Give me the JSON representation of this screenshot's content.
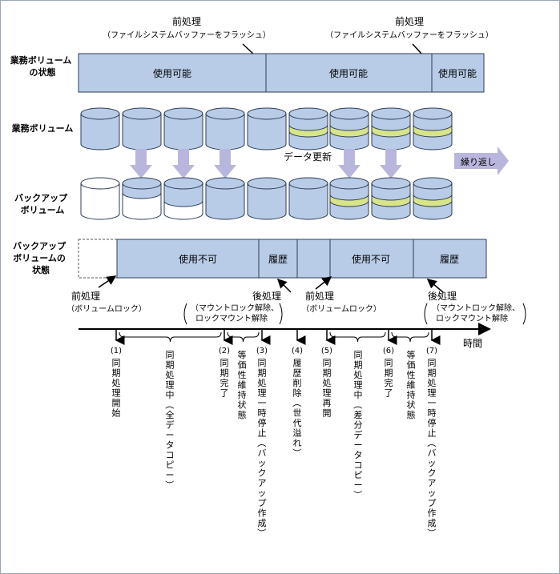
{
  "labels": {
    "business_state": [
      "業務ボリューム",
      "の状態"
    ],
    "business_volume": "業務ボリューム",
    "backup_volume": [
      "バックアップ",
      "ボリューム"
    ],
    "backup_state": [
      "バックアップ",
      "ボリュームの",
      "状態"
    ]
  },
  "top_notes": [
    {
      "title": "前処理",
      "sub": "（ファイルシステムバッファーをフラッシュ）"
    },
    {
      "title": "前処理",
      "sub": "（ファイルシステムバッファーをフラッシュ）"
    }
  ],
  "business_segments": [
    "使用可能",
    "使用可能",
    "使用可能"
  ],
  "data_update": "データ更新",
  "repeat": "繰り返し",
  "backup_segments": [
    "使用不可",
    "履歴",
    "",
    "使用不可",
    "履歴"
  ],
  "mid_notes": [
    {
      "lines": [
        "前処理",
        "（ボリュームロック）"
      ]
    },
    {
      "lines": [
        "後処理",
        "（マウントロック解除、",
        "ロックマウント解除"
      ]
    },
    {
      "lines": [
        "前処理",
        "（ボリュームロック）"
      ]
    },
    {
      "lines": [
        "後処理",
        "（マウントロック解除、",
        "ロックマウント解除"
      ]
    }
  ],
  "time_label": "時間",
  "events": [
    {
      "num": "(1)",
      "text": "同期処理開始"
    },
    {
      "num": "(2)",
      "text": "同期完了"
    },
    {
      "num": "(3)",
      "text": "同期処理一時停止（バックアップ作成）"
    },
    {
      "num": "(4)",
      "text": "履歴削除（世代溢れ）"
    },
    {
      "num": "(5)",
      "text": "同期処理再開"
    },
    {
      "num": "(6)",
      "text": "同期完了"
    },
    {
      "num": "(7)",
      "text": "同期処理一時停止（バックアップ作成）"
    }
  ],
  "phases": [
    {
      "text": "同期処理中（全データコピー）"
    },
    {
      "text": "等価性維持状態"
    },
    {
      "text": "同期処理中（差分データコピー）"
    },
    {
      "text": "等価性維持状態"
    }
  ],
  "colors": {
    "fill": "#b8cce8",
    "bar": "#b8cce8",
    "stripe": "#d8e48a",
    "arrow": "#b9b6dd",
    "stroke": "#2f3d55"
  }
}
